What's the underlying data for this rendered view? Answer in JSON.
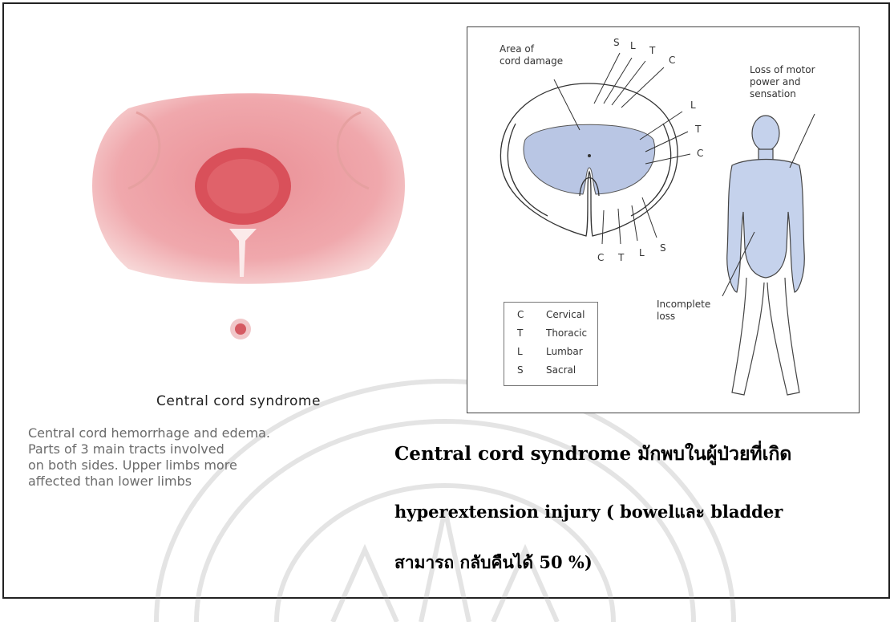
{
  "left_panel": {
    "caption_title": "Central cord syndrome",
    "caption_lines": [
      "Central cord hemorrhage and edema.",
      "Parts of 3 main tracts involved",
      "on both sides. Upper limbs more",
      "affected than lower limbs"
    ]
  },
  "diagram": {
    "area_label_1": "Area of",
    "area_label_2": "cord damage",
    "top_letters": [
      "S",
      "L",
      "T",
      "C"
    ],
    "right_letters": [
      "L",
      "T",
      "C"
    ],
    "bottom_letters": [
      "C",
      "T",
      "L",
      "S"
    ],
    "motor_label_1": "Loss of motor",
    "motor_label_2": "power and",
    "motor_label_3": "sensation",
    "incomplete_label_1": "Incomplete",
    "incomplete_label_2": "loss",
    "legend": [
      {
        "key": "C",
        "value": "Cervical"
      },
      {
        "key": "T",
        "value": "Thoracic"
      },
      {
        "key": "L",
        "value": "Lumbar"
      },
      {
        "key": "S",
        "value": "Sacral"
      }
    ],
    "shade_color": "#b9c6e4"
  },
  "notes": {
    "line1": "Central cord syndrome มักพบในผู้ป่วยที่เกิด",
    "line2": "hyperextension injury   ( bowelและ bladder",
    "line3": "สามารถ กลับคืนได้ 50 %)"
  }
}
